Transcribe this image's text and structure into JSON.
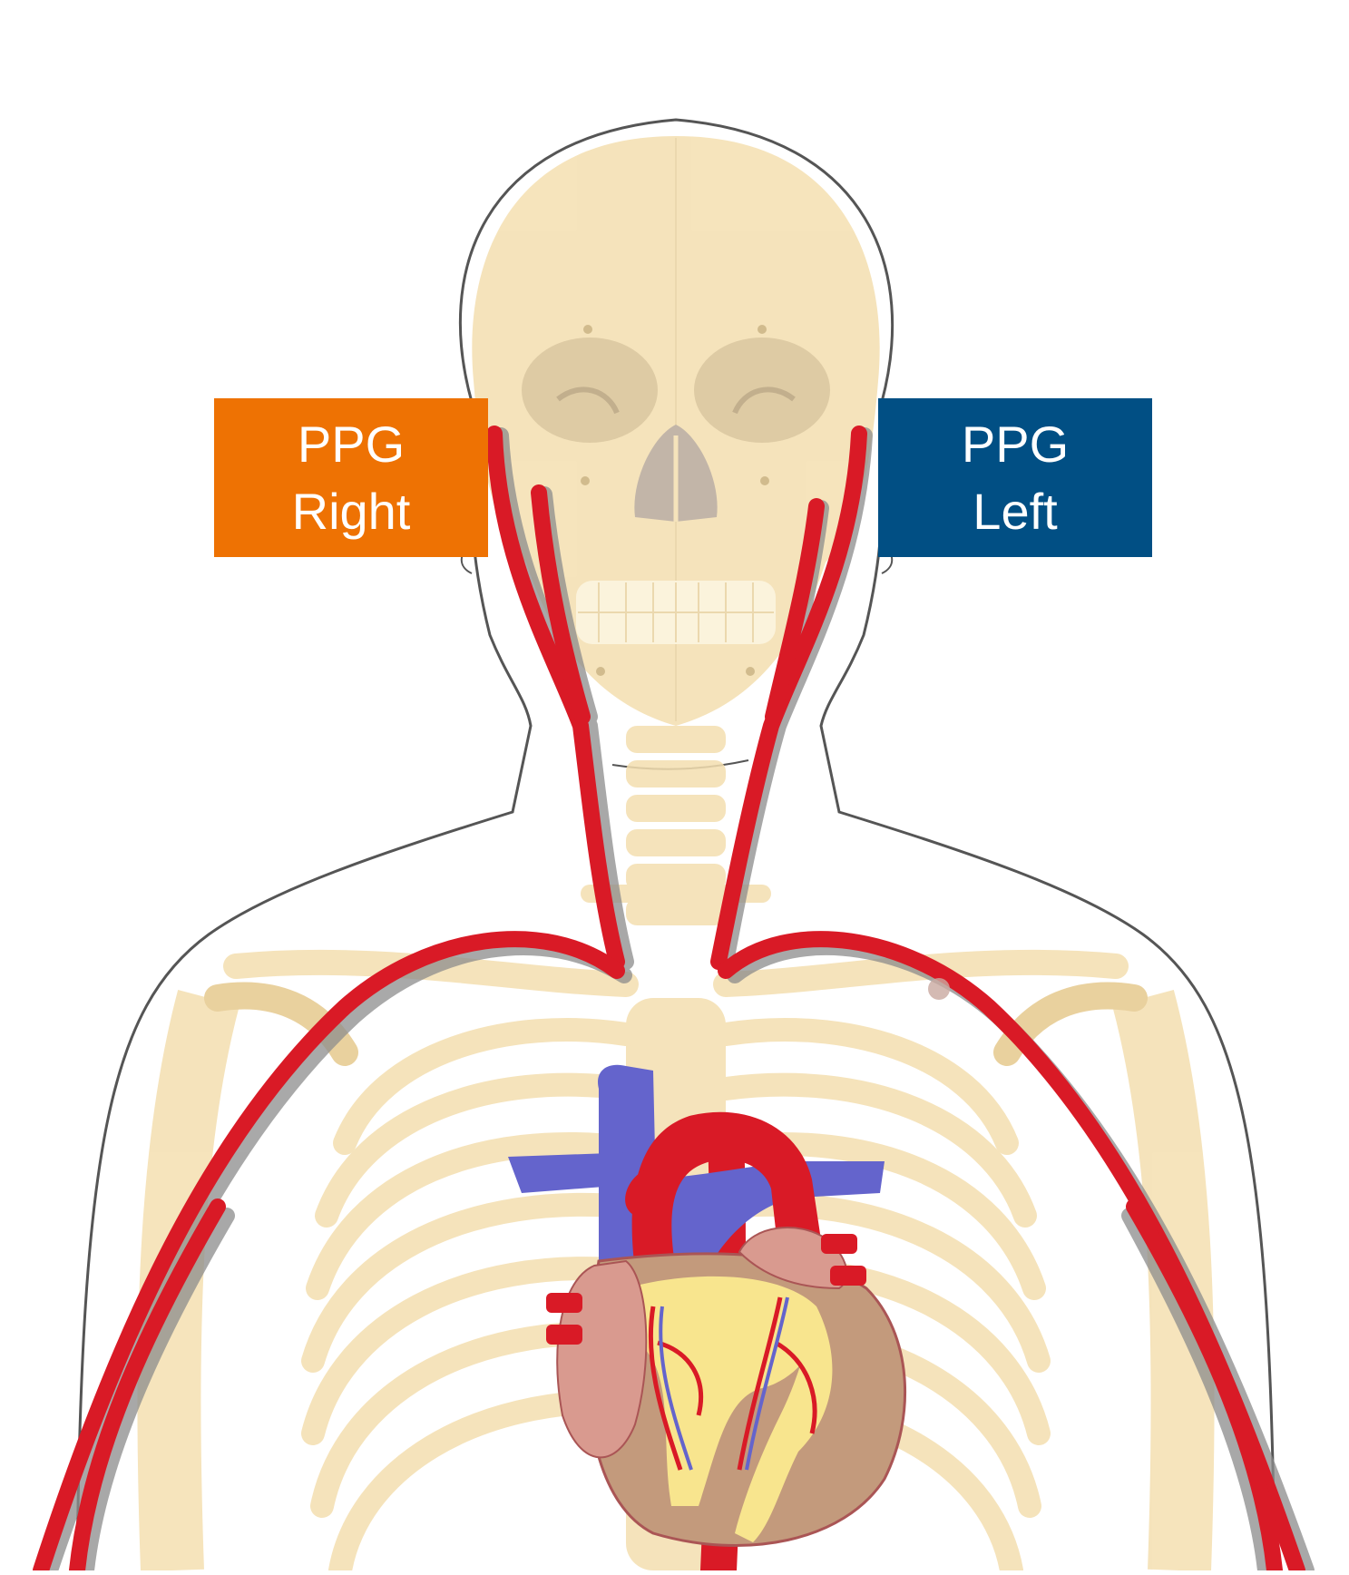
{
  "labels": {
    "right": {
      "line1": "PPG",
      "line2": "Right",
      "color": "#EE7203"
    },
    "left": {
      "line1": "PPG",
      "line2": "Left",
      "color": "#014F84"
    }
  },
  "colors": {
    "artery": "#D91A26",
    "artery_shadow": "#8C8C8C",
    "vein": "#6464CC",
    "bone": "#F4DFB0",
    "bone_dark": "#E6C98E",
    "skin_outline": "#555555",
    "heart_muscle": "#C39A7C",
    "heart_fat": "#F8E58E",
    "atrium": "#D99A8F"
  }
}
